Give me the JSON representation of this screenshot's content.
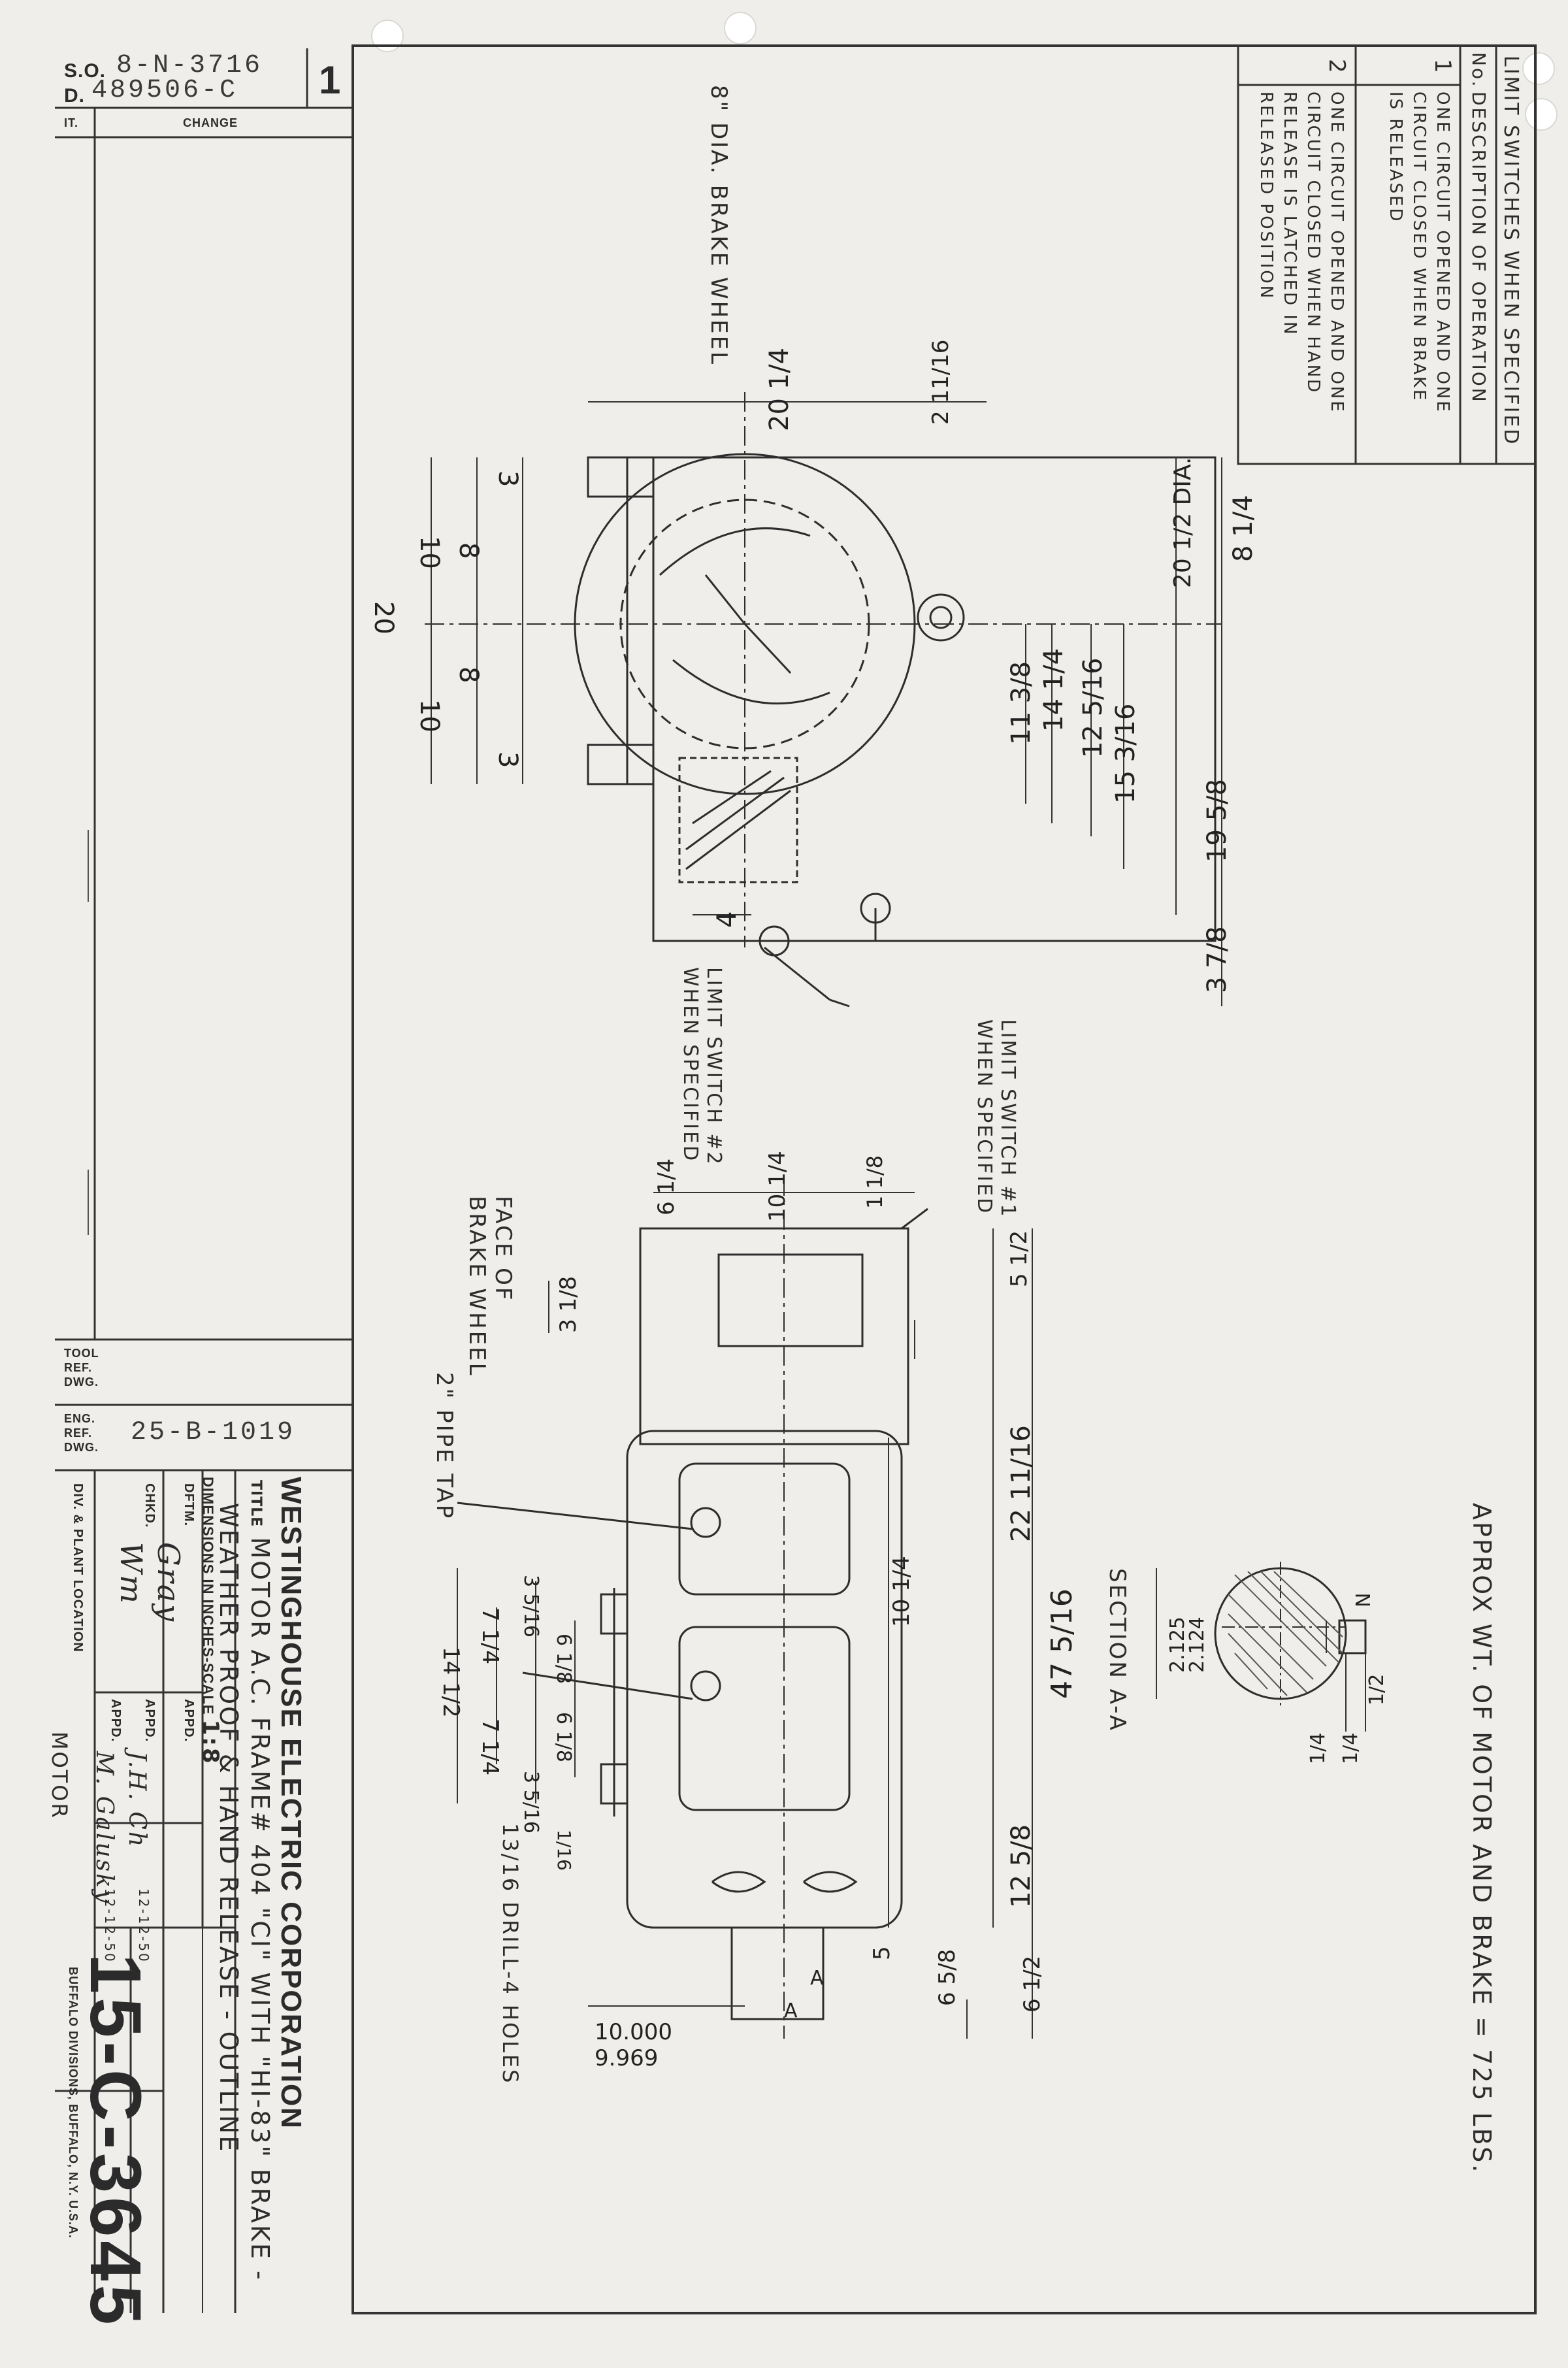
{
  "title_block": {
    "so_label": "S.O.",
    "so_value": "8-N-3716",
    "d_label": "D.",
    "d_value": "489506-C",
    "revision": "1",
    "it_label": "IT.",
    "change_label": "CHANGE",
    "tool_ref_label": "TOOL REF. DWG.",
    "eng_ref_label": "ENG. REF. DWG.",
    "eng_ref_value": "25-B-1019",
    "chkd_label": "CHKD.",
    "dftm_label": "DFTM.",
    "appd_label": "APPD.",
    "div_plant_label": "DIV. & PLANT LOCATION",
    "div_plant_value": "MOTOR",
    "dimensions_label": "DIMENSIONS IN INCHES-SCALE",
    "scale_value": "1:8",
    "company": "WESTINGHOUSE ELECTRIC CORPORATION",
    "title_label": "TITLE",
    "title_line1": "MOTOR A.C. FRAME# 404 \"CI\" WITH \"HI-83\" BRAKE -",
    "title_line2": "WEATHER PROOF & HAND RELEASE - OUTLINE",
    "drawing_number": "15-C-3645",
    "division": "BUFFALO DIVISIONS, BUFFALO, N.Y. U.S.A."
  },
  "limit_table": {
    "header": "LIMIT SWITCHES WHEN SPECIFIED",
    "col_no": "No.",
    "col_desc": "DESCRIPTION OF OPERATION",
    "rows": [
      {
        "no": "1",
        "line1": "ONE CIRCUIT OPENED AND ONE",
        "line2": "CIRCUIT CLOSED WHEN BRAKE",
        "line3": "IS RELEASED"
      },
      {
        "no": "2",
        "line1": "ONE CIRCUIT OPENED AND ONE",
        "line2": "CIRCUIT CLOSED WHEN HAND",
        "line3": "RELEASE IS LATCHED IN",
        "line4": "RELEASED POSITION"
      }
    ]
  },
  "notes": {
    "weight": "APPROX WT. OF MOTOR AND BRAKE = 725 LBS.",
    "brake_wheel": "8\" DIA. BRAKE WHEEL",
    "limit_switch_1": "LIMIT SWITCH #1",
    "limit_switch_1b": "WHEN SPECIFIED",
    "limit_switch_2": "LIMIT SWITCH #2",
    "limit_switch_2b": "WHEN SPECIFIED",
    "face_of": "FACE OF",
    "face_of_b": "BRAKE WHEEL",
    "pipe_tap": "2\" PIPE TAP",
    "drill": "13/16 DRILL-4 HOLES",
    "section": "SECTION A-A",
    "section_mark_a1": "A",
    "section_mark_a2": "A"
  },
  "dims": {
    "d_20_1_4": "20 1/4",
    "d_2_11_16": "2 11/16",
    "d_8_1_4": "8 1/4",
    "d_20_1_2_dia": "20 1/2 DIA.",
    "d_3a": "3",
    "d_8a": "8",
    "d_10a": "10",
    "d_20": "20",
    "d_8b": "8",
    "d_10b": "10",
    "d_3b": "3",
    "d_14_1_4": "14 1/4",
    "d_11_3_8": "11 3/8",
    "d_12_5_16": "12 5/16",
    "d_15_3_16": "15 3/16",
    "d_19_5_8": "19 5/8",
    "d_4": "4",
    "d_3_7_8": "3 7/8",
    "d_6_1_4": "6 1/4",
    "d_10_1_4": "10 1/4",
    "d_1_1_8": "1 1/8",
    "d_5_1_2": "5 1/2",
    "d_3_1_8": "3 1/8",
    "d_22_11_16": "22 11/16",
    "d_47_5_16": "47 5/16",
    "d_10_1_4b": "10 1/4",
    "d_12_5_8": "12 5/8",
    "d_6_5_8": "6 5/8",
    "d_6_1_2": "6 1/2",
    "d_5": "5",
    "d_7_1_4a": "7 1/4",
    "d_7_1_4b": "7 1/4",
    "d_14_1_2": "14 1/2",
    "d_3_5_16a": "3 5/16",
    "d_6_1_8a": "6 1/8",
    "d_6_1_8b": "6 1/8",
    "d_3_5_16b": "3 5/16",
    "d_1_16": "1/16",
    "d_10000": "10.000",
    "d_9969": "9.969",
    "d_2_125": "2.125",
    "d_2_124": "2.124",
    "d_1_2": "1/2",
    "d_1_4a": "1/4",
    "d_1_4b": "1/4",
    "d_n": "N"
  },
  "handwritten": {
    "dftm": "Gray",
    "chkd": "Wm",
    "appd1": "J.H. Ch",
    "appd2": "M. Galusky",
    "date1": "12-12-50",
    "date2": "12-12-50"
  }
}
